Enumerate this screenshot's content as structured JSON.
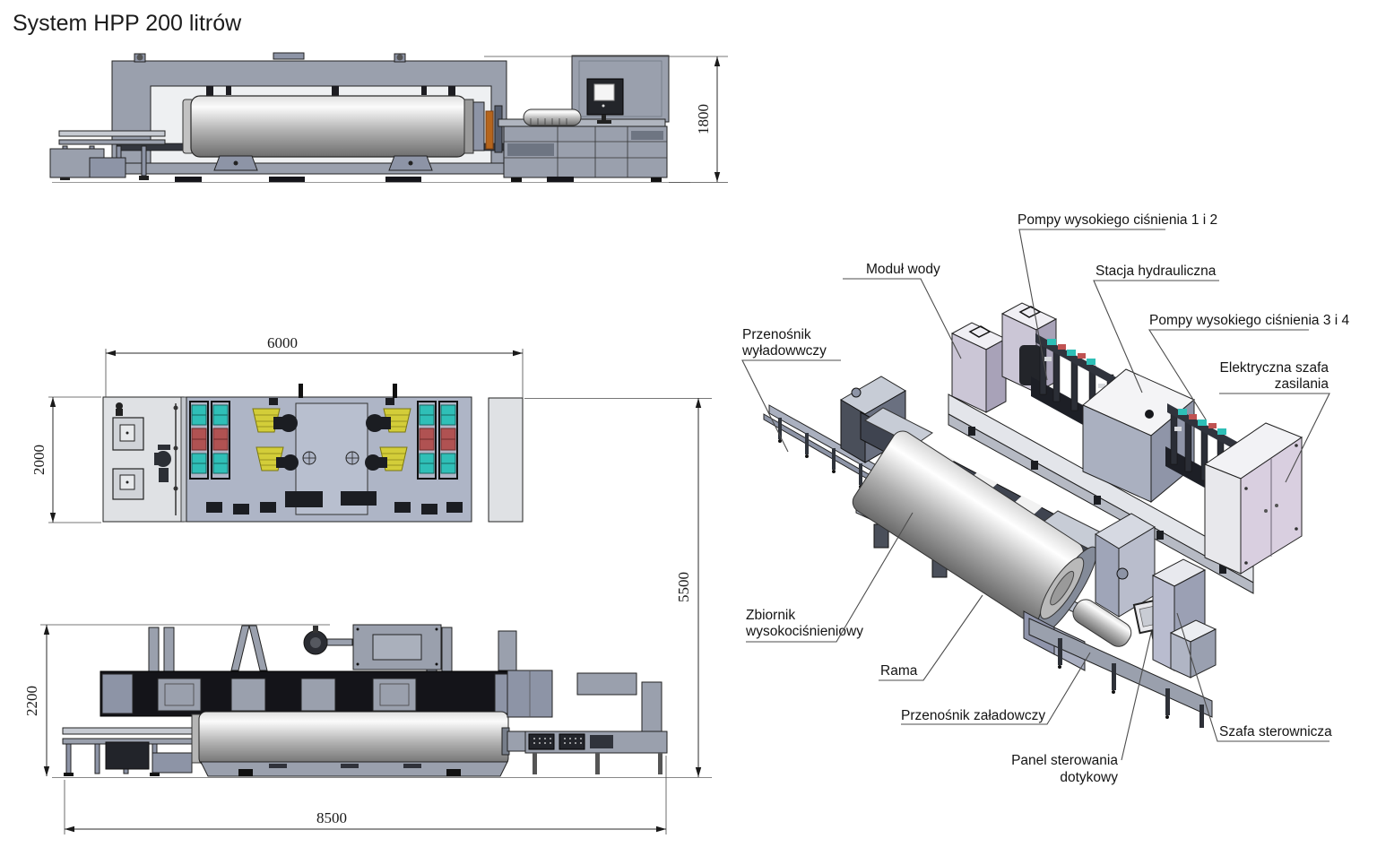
{
  "title": "System HPP 200 litrów",
  "dimensions": {
    "side_height": "1800",
    "top_length": "6000",
    "top_width": "2000",
    "overall_length": "5500",
    "front_height": "2200",
    "front_length": "8500"
  },
  "iso_labels": {
    "pumps12": "Pompy wysokiego ciśnienia 1 i 2",
    "water_module": "Moduł wody",
    "hydraulic_station": "Stacja hydrauliczna",
    "pumps34": "Pompy wysokiego ciśnienia 3 i 4",
    "power_cabinet_line1": "Elektryczna szafa",
    "power_cabinet_line2": "zasilania",
    "unload_conveyor_line1": "Przenośnik",
    "unload_conveyor_line2": "wyładowwczy",
    "vessel_line1": "Zbiornik",
    "vessel_line2": "wysokociśnieniowy",
    "frame": "Rama",
    "load_conveyor": "Przenośnik załadowczy",
    "touch_panel_line1": "Panel sterowania",
    "touch_panel_line2": "dotykowy",
    "control_cabinet": "Szafa sterownicza"
  },
  "colors": {
    "machine_gray": "#9aa0ad",
    "panel_blue_gray": "#aeb5c6",
    "lavender": "#cbc6d6",
    "cabinet_doors_pink": "#d9cfe0",
    "accent_teal": "#2fbfb7",
    "accent_red": "#c05252",
    "accent_yellow": "#d3cd39",
    "accent_orange": "#b5651d"
  }
}
